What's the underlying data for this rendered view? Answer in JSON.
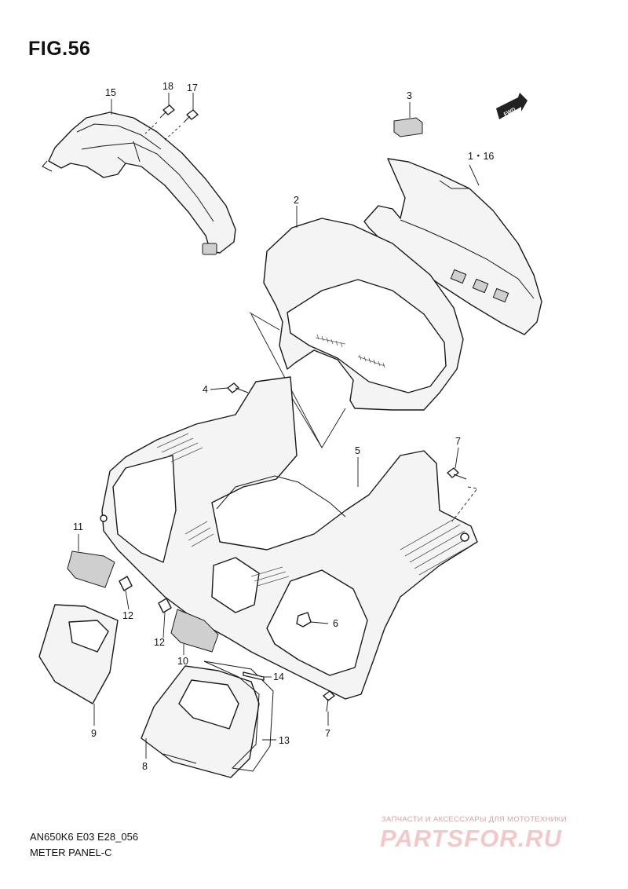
{
  "figure": {
    "title": "FIG.56",
    "model_code": "AN650K6 E03 E28_056",
    "section_name": "METER PANEL-C"
  },
  "watermark": {
    "tagline": "ЗАПЧАСТИ И АКСЕССУАРЫ ДЛЯ МОТОТЕХНИКИ",
    "logo_text": "PARTSFOR.RU"
  },
  "fwd_badge": "FWD",
  "part_labels": {
    "p1_16": "1・16",
    "p2": "2",
    "p3": "3",
    "p4": "4",
    "p5": "5",
    "p6": "6",
    "p7_top": "7",
    "p7_bottom": "7",
    "p8": "8",
    "p9": "9",
    "p10": "10",
    "p11": "11",
    "p12_a": "12",
    "p12_b": "12",
    "p13": "13",
    "p14": "14",
    "p15": "15",
    "p17": "17",
    "p18": "18"
  }
}
